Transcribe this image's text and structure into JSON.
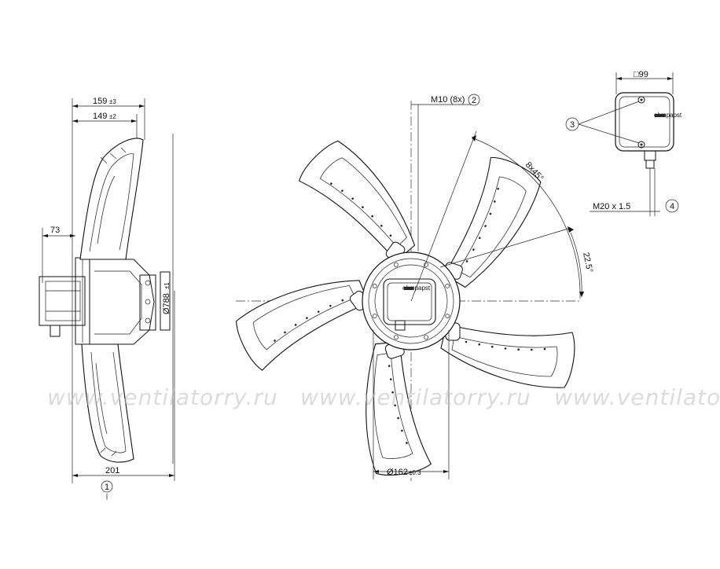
{
  "dimensions": {
    "width_overall": "159",
    "width_overall_tol": "±3",
    "width_blade": "149",
    "width_blade_tol": "±2",
    "motor_protrusion": "73",
    "depth_total": "201",
    "diameter_fan": "Ø788",
    "diameter_fan_tol": "±1",
    "diameter_hub": "Ø162",
    "diameter_hub_tol": "±0.3",
    "bolt_spec": "M10 (8x)",
    "angle_pattern": "8x45°",
    "angle_offset": "22.5°",
    "box_size": "□99",
    "cable_gland": "M20 x 1.5"
  },
  "callouts": {
    "c1": "1",
    "c2": "2",
    "c3": "3",
    "c4": "4"
  },
  "terminal_box_label": "ebmpapst",
  "watermark": "www.ventilatorry.ru"
}
